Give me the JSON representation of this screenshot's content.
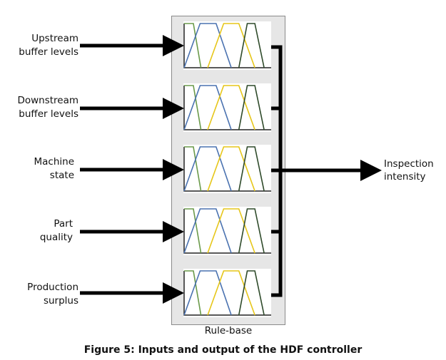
{
  "diagram": {
    "inputs": [
      {
        "line1": "Upstream",
        "line2": "buffer levels"
      },
      {
        "line1": "Downstream",
        "line2": "buffer levels"
      },
      {
        "line1": "Machine",
        "line2": "state"
      },
      {
        "line1": "Part",
        "line2": "quality"
      },
      {
        "line1": "Production",
        "line2": "surplus"
      }
    ],
    "output": {
      "line1": "Inspection",
      "line2": "intensity"
    },
    "rule_base_label": "Rule-base",
    "caption": "Figure 5: Inputs and output of the HDF controller",
    "membership_functions": [
      {
        "name": "mf-1",
        "color": "#6a9a4a",
        "points": [
          [
            0,
            1
          ],
          [
            0.11,
            1
          ],
          [
            0.2,
            0
          ]
        ]
      },
      {
        "name": "mf-2",
        "color": "#4a72b0",
        "points": [
          [
            0,
            0
          ],
          [
            0.19,
            1
          ],
          [
            0.38,
            1
          ],
          [
            0.56,
            0
          ]
        ]
      },
      {
        "name": "mf-3",
        "color": "#e6c619",
        "points": [
          [
            0.28,
            0
          ],
          [
            0.47,
            1
          ],
          [
            0.65,
            1
          ],
          [
            0.84,
            0
          ]
        ]
      },
      {
        "name": "mf-4",
        "color": "#2e4a2a",
        "points": [
          [
            0.65,
            0
          ],
          [
            0.75,
            1
          ],
          [
            0.84,
            1
          ],
          [
            0.95,
            0
          ]
        ]
      }
    ],
    "colors": {
      "arrow": "#000000",
      "box_fill": "#e6e6e6",
      "box_border": "#8a8a8a",
      "axis": "#222222"
    }
  }
}
